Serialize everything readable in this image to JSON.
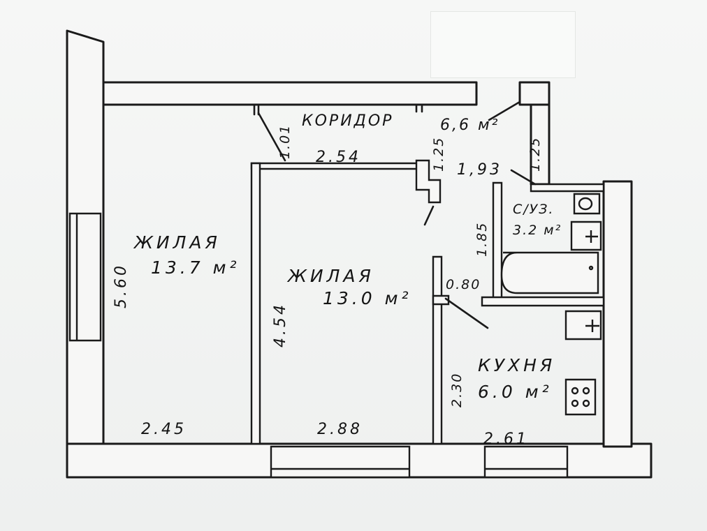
{
  "rooms": {
    "corridor": {
      "name": "КОРИДОР",
      "area": "6,6 м²"
    },
    "living_left": {
      "name": "ЖИЛАЯ",
      "area": "13.7 м²"
    },
    "living_center": {
      "name": "ЖИЛАЯ",
      "area": "13.0 м²"
    },
    "bathroom": {
      "name": "С/УЗ.",
      "area": "3.2 м²"
    },
    "kitchen": {
      "name": "КУХНЯ",
      "area": "6.0 м²"
    }
  },
  "dimensions": {
    "corridor_width": "1.01",
    "corridor_length": "2.54",
    "corridor_step_a": "1.25",
    "corridor_step_b": "1.25",
    "hall_width": "1,93",
    "living_left_depth": "5.60",
    "living_left_width": "2.45",
    "living_center_depth": "4.54",
    "living_center_width": "2.88",
    "bathroom_depth": "1.85",
    "kitchen_door": "0.80",
    "kitchen_depth": "2.30",
    "kitchen_width": "2.61"
  }
}
